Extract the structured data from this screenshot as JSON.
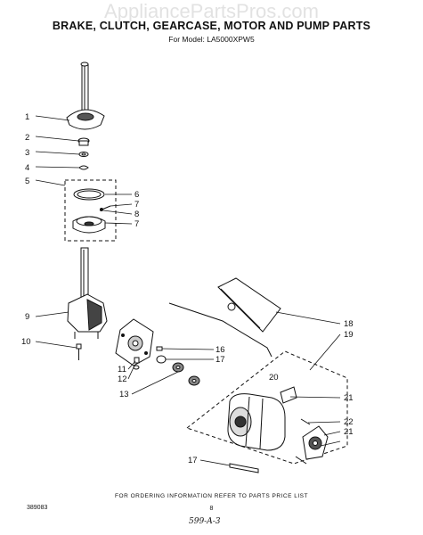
{
  "watermark": "AppliancePartsPros.com",
  "header": {
    "title": "BRAKE, CLUTCH, GEARCASE, MOTOR AND PUMP PARTS",
    "subtitle": "For Model: LA5000XPW5"
  },
  "callouts": [
    "1",
    "2",
    "3",
    "4",
    "5",
    "6",
    "7",
    "8",
    "7",
    "9",
    "10",
    "11",
    "12",
    "13",
    "16",
    "17",
    "18",
    "19",
    "20",
    "21",
    "22",
    "21",
    "17"
  ],
  "footer": {
    "note": "FOR ORDERING INFORMATION REFER TO PARTS PRICE LIST",
    "doc_number": "389083",
    "page_number": "8",
    "handwritten_code": "599-A-3"
  }
}
